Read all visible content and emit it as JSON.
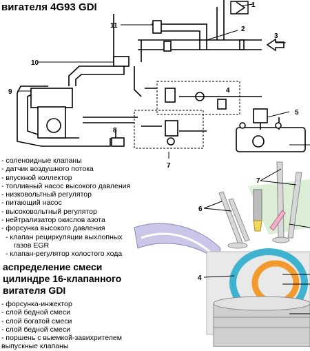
{
  "titles": {
    "top": "вигателя 4G93 GDI",
    "bottom_line1": "аспределение смеси",
    "bottom_line2": "цилиндре 16-клапанного",
    "bottom_line3": "вигателя GDI"
  },
  "callouts": {
    "c1": "1",
    "c2": "2",
    "c3": "3",
    "c4": "4",
    "c5": "5",
    "c7": "7",
    "c8": "8",
    "c9": "9",
    "c10": "10",
    "c11": "11",
    "e7": "7",
    "e6": "6",
    "e4": "4"
  },
  "legend_top": [
    "- соленоидные клапаны",
    "- датчик воздушного потока",
    "- впускной коллектор",
    "- топливный насос высокого давления",
    "- низковольтный регулятор",
    "- питающий насос",
    "- высоковольтный регулятор",
    "- нейтрализатор окислов азота",
    "- форсунка высокого давления",
    "- клапан рециркуляции выхлопных",
    "  газов EGR",
    "- клапан-регулятор холостого хода"
  ],
  "legend_bottom": [
    "- форсунка-инжектор",
    "- слой бедной смеси",
    "- слой богатой смеси",
    "- слой бедной смеси",
    "- поршень с выемкой-завихрителем",
    "выпускные клапаны"
  ]
}
